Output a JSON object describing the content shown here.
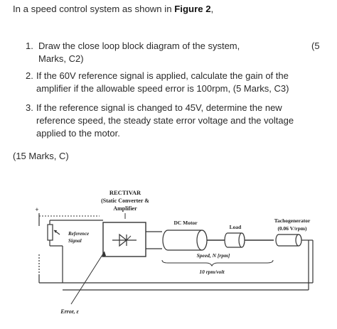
{
  "intro": {
    "text": "In a speed control system as shown in ",
    "figure_ref": "Figure 2",
    "punct": ","
  },
  "questions": [
    {
      "num": "1.",
      "line1": "Draw the close loop block diagram of the system,",
      "marks_a": "(5",
      "line2": "Marks, C2)"
    },
    {
      "num": "2.",
      "line1": "If the 60V reference signal is applied, calculate the gain of the",
      "line2": "amplifier if the allowable speed error is 100rpm, (5 Marks, C3)"
    },
    {
      "num": "3.",
      "line1": "If the reference signal is changed to 45V, determine the new",
      "line2": "reference speed, the steady state error voltage and the voltage",
      "line3": "applied to the motor."
    }
  ],
  "total_marks": "(15 Marks, C)",
  "figure": {
    "rectifier_label": [
      "RECTIVAR",
      "(Static Converter &",
      "Amplifier"
    ],
    "plus": "+",
    "reference_label": [
      "Reference",
      "Signal"
    ],
    "dc_motor": "DC Motor",
    "load": "Load",
    "tacho_label": [
      "Tachogenerator",
      "(0.06 V/rpm)"
    ],
    "speed_label": "Speed, N [rpm]",
    "gain_label": "10 rpm/volt",
    "error_label": "Error, ε"
  }
}
